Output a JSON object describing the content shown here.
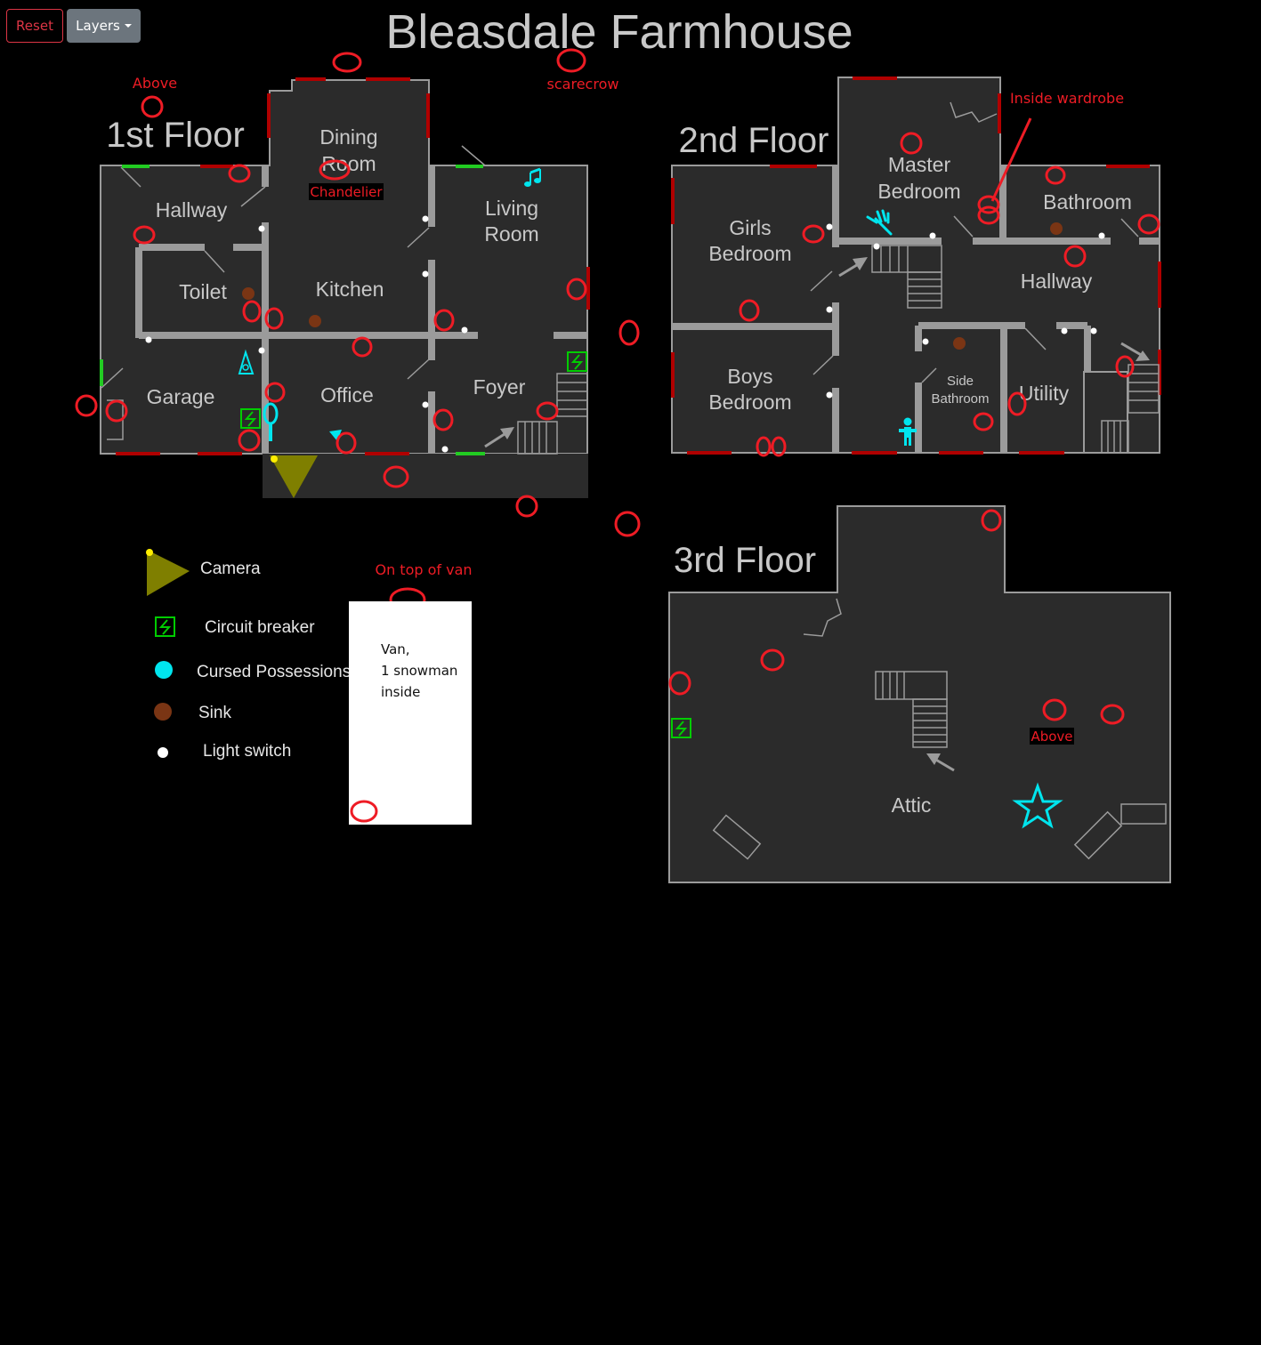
{
  "toolbar": {
    "reset_label": "Reset",
    "layers_label": "Layers"
  },
  "map_title": "Bleasdale Farmhouse",
  "floors": {
    "first": "1st Floor",
    "second": "2nd Floor",
    "third": "3rd Floor"
  },
  "rooms": {
    "dining_a": "Dining",
    "dining_b": "Room",
    "hallway1": "Hallway",
    "living_a": "Living",
    "living_b": "Room",
    "toilet": "Toilet",
    "kitchen": "Kitchen",
    "garage": "Garage",
    "office": "Office",
    "foyer": "Foyer",
    "master_a": "Master",
    "master_b": "Bedroom",
    "girls_a": "Girls",
    "girls_b": "Bedroom",
    "bathroom": "Bathroom",
    "hallway2": "Hallway",
    "boys_a": "Boys",
    "boys_b": "Bedroom",
    "side_a": "Side",
    "side_b": "Bathroom",
    "utility": "Utility",
    "attic": "Attic"
  },
  "annotations": {
    "above_1": "Above",
    "scarecrow": "scarecrow",
    "chandelier": "Chandelier",
    "inside_wardrobe": "Inside wardrobe",
    "on_top_of_van": "On top of van",
    "above_attic": "Above"
  },
  "legend": {
    "camera": "Camera",
    "circuit_breaker": "Circuit breaker",
    "cursed_possessions": "Cursed Possessions",
    "sink": "Sink",
    "light_switch": "Light switch"
  },
  "van_note": "Van,\n1 snowman\ninside",
  "colors": {
    "background": "#000000",
    "floor": "#2b2b2b",
    "wall": "#9b9b9b",
    "window": "#b00000",
    "door_open": "#22cc22",
    "marker": "#ee1c25",
    "cursed": "#00e5ee",
    "sink": "#7a3514",
    "camera": "#7f7f00",
    "breaker": "#00cc00"
  }
}
